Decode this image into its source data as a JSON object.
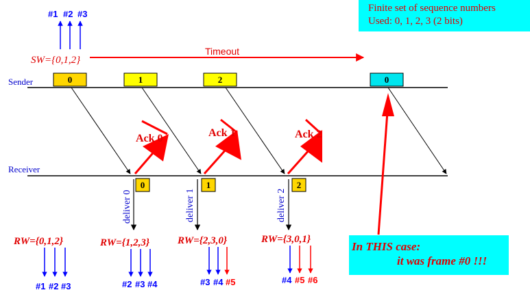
{
  "note": {
    "line1": "Finite set of sequence numbers",
    "line2": "Used: 0, 1, 2, 3 (2 bits)"
  },
  "case_note": {
    "line1": "In THIS case:",
    "line2": "it was frame #0 !!!"
  },
  "sender": {
    "label": "Sender",
    "window": "SW={0,1,2}",
    "top_ids": [
      "#1",
      "#2",
      "#3"
    ],
    "frames": [
      "0",
      "1",
      "2",
      "0"
    ],
    "timeout": "Timeout"
  },
  "receiver": {
    "label": "Receiver",
    "frames": [
      "0",
      "1",
      "2"
    ],
    "deliver": [
      "deliver 0",
      "deliver 1",
      "deliver 2"
    ],
    "acks": [
      "Ack 0",
      "Ack 1",
      "Ack 2"
    ],
    "windows": [
      "RW={0,1,2}",
      "RW={1,2,3}",
      "RW={2,3,0}",
      "RW={3,0,1}"
    ],
    "window_ids": [
      [
        "#1",
        "#2",
        "#3"
      ],
      [
        "#2",
        "#3",
        "#4"
      ],
      [
        "#3",
        "#4",
        "#5"
      ],
      [
        "#4",
        "#5",
        "#6"
      ]
    ]
  },
  "colors": {
    "red": "#ff0000",
    "blue": "#0000ff",
    "frame_yellow": "#ffd700",
    "retransmit_cyan": "#00e5ee"
  }
}
